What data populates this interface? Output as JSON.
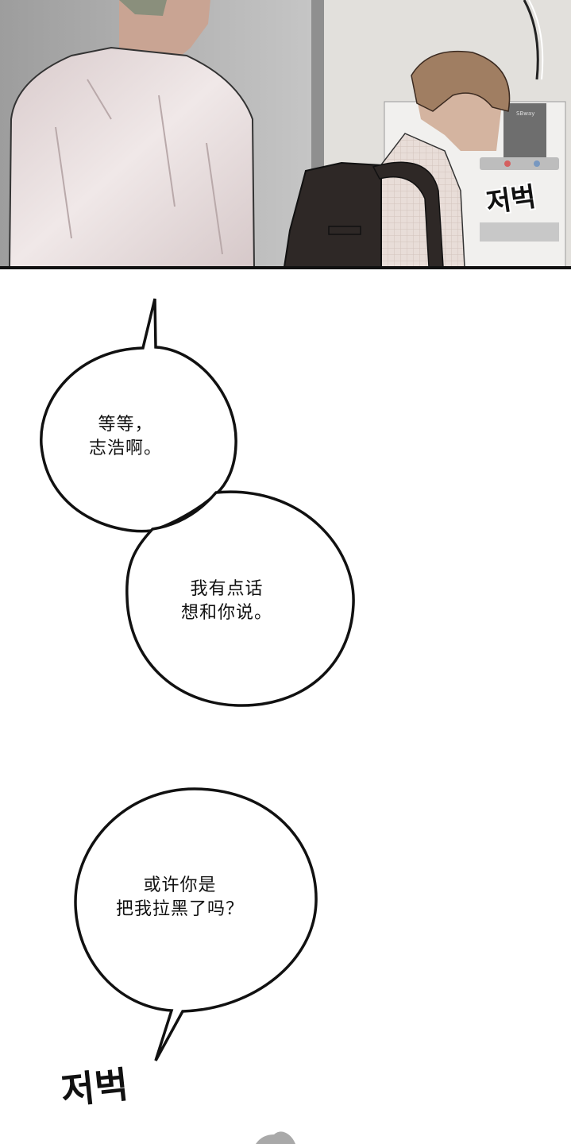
{
  "comic": {
    "panel_top": {
      "description": "Two young men in a hallway; one in pink shirt seen from behind, the other with brown hair and backpack near a water dispenser",
      "sfx": "저벅",
      "dispenser_brand": "SBway",
      "colors": {
        "wall_left": "#b5b5b5",
        "wall_right": "#e2e0dc",
        "shirt": "#e6dadb",
        "hair": "#a07e62",
        "backpack": "#2e2826"
      }
    },
    "bubbles": [
      {
        "id": "bubble-1",
        "lines": [
          "等等，",
          "志浩啊。"
        ]
      },
      {
        "id": "bubble-2",
        "lines": [
          "我有点话",
          "想和你说。"
        ]
      },
      {
        "id": "bubble-3",
        "lines": [
          "或许你是",
          "把我拉黑了吗？"
        ]
      }
    ],
    "sfx_bottom": "저벅",
    "colors": {
      "background": "#ffffff",
      "ink": "#111111"
    }
  }
}
